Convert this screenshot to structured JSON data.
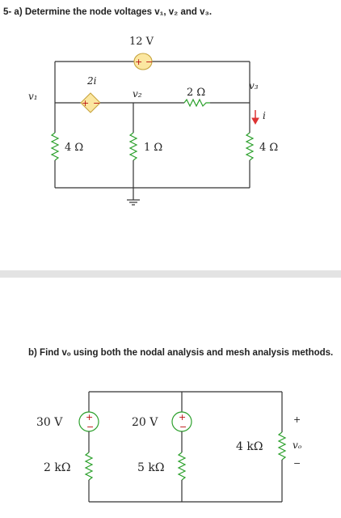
{
  "question_a": "5- a) Determine the node voltages v₁, v₂ and v₃.",
  "question_b": "b) Find vₒ using both the nodal analysis and mesh analysis methods.",
  "circuit_a": {
    "voltage_source": "12 V",
    "dependent_source": "2i",
    "node_v1": "v₁",
    "node_v2": "v₂",
    "node_v3": "v₃",
    "current_i": "i",
    "r_2ohm": "2 Ω",
    "r_left": "4 Ω",
    "r_mid": "1 Ω",
    "r_right": "4 Ω",
    "plus": "+",
    "minus": "−"
  },
  "circuit_b": {
    "source_30": "30 V",
    "source_20": "20 V",
    "r_2k": "2 kΩ",
    "r_5k": "5 kΩ",
    "r_4k": "4 kΩ",
    "vo": "vₒ",
    "plus": "+",
    "minus": "−"
  }
}
